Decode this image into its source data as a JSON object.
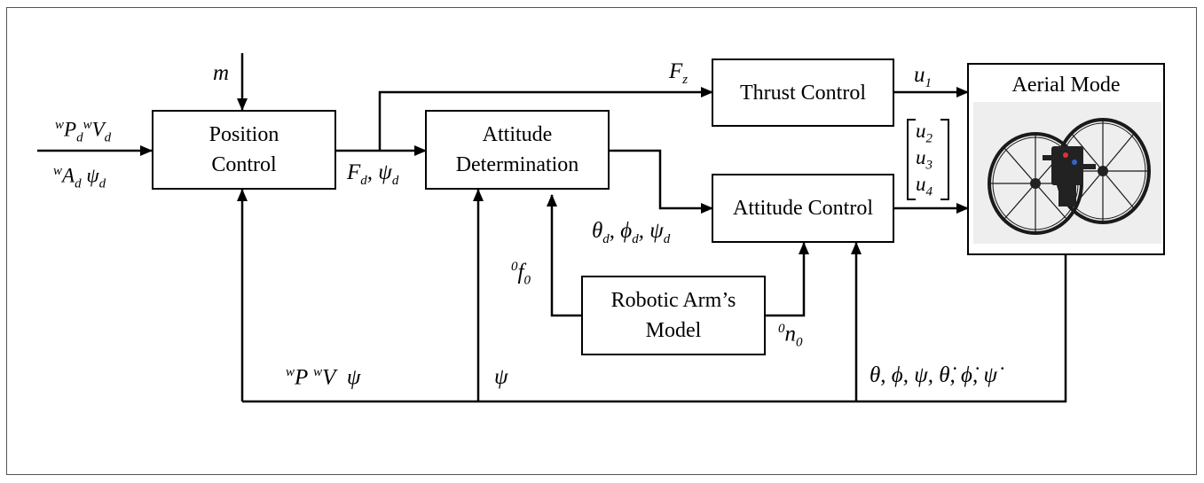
{
  "blocks": {
    "position": "Position\nControl",
    "attitude_det": "Attitude\nDetermination",
    "thrust": "Thrust  Control",
    "attitude_ctrl": "Attitude  Control",
    "arm_model": "Robotic Arm’s\nModel",
    "aerial": "Aerial Mode"
  },
  "signals": {
    "m": "m",
    "Pd_pre": "w",
    "Pd": "P",
    "Pd_sub": "d",
    "Vd_pre": "w",
    "Vd": "V",
    "Vd_sub": "d",
    "Ad_pre": "w",
    "Ad": "A",
    "Ad_sub": "d",
    "psid": "ψ",
    "psid_sub": "d",
    "Fd": "F",
    "Fd_sub": "d",
    "psid2": "ψ",
    "psid2_sub": "d",
    "Fz": "F",
    "Fz_sub": "z",
    "u1": "u",
    "u1_sub": "1",
    "u2": "u",
    "u2_sub": "2",
    "u3": "u",
    "u3_sub": "3",
    "u4": "u",
    "u4_sub": "4",
    "att_ref": "θ",
    "att_ref_sub": "d",
    "att_ref2": "ϕ",
    "att_ref2_sub": "d",
    "att_ref3": "ψ",
    "att_ref3_sub": "d",
    "f0_pre": "0",
    "f0": "f",
    "f0_sub": "0",
    "n0_pre": "0",
    "n0": "n",
    "n0_sub": "0",
    "P_pre": "w",
    "P": "P",
    "V_pre": "w",
    "V": "V",
    "psi_fb": "ψ",
    "psi": "ψ",
    "states": "θ, ϕ, ψ, θ̇, ϕ̇, ψ̇"
  }
}
